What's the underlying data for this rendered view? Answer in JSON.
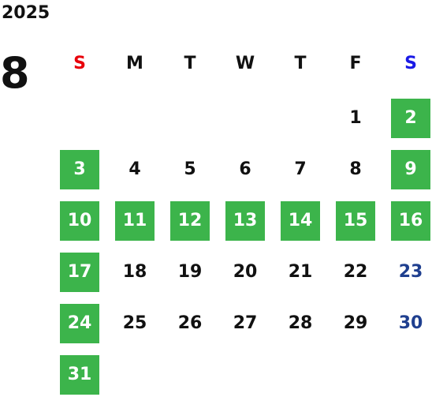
{
  "calendar": {
    "year": "2025",
    "month": "8",
    "weekdays": [
      {
        "label": "S",
        "color": "#e8000b"
      },
      {
        "label": "M",
        "color": "#111111"
      },
      {
        "label": "T",
        "color": "#111111"
      },
      {
        "label": "W",
        "color": "#111111"
      },
      {
        "label": "T",
        "color": "#111111"
      },
      {
        "label": "F",
        "color": "#111111"
      },
      {
        "label": "S",
        "color": "#1a1ae6"
      }
    ],
    "first_weekday_index": 5,
    "days_in_month": 31,
    "highlighted_days": [
      2,
      3,
      9,
      10,
      11,
      12,
      13,
      14,
      15,
      16,
      17,
      24,
      31
    ],
    "blue_days": [
      23,
      30
    ],
    "colors": {
      "highlight_bg": "#3cb44b",
      "highlight_text": "#ffffff",
      "default_text": "#111111",
      "blue_text": "#1f3f8f"
    }
  }
}
